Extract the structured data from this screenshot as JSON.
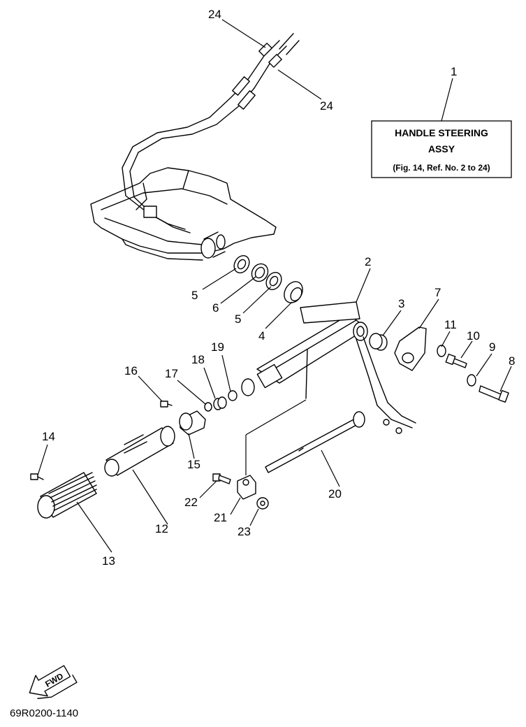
{
  "reference_box": {
    "number": "1",
    "line1": "HANDLE STEERING",
    "line2": "ASSY",
    "line3": "(Fig. 14, Ref. No. 2 to 24)"
  },
  "callouts": [
    "24",
    "24",
    "2",
    "3",
    "4",
    "5",
    "5",
    "6",
    "7",
    "8",
    "9",
    "10",
    "11",
    "12",
    "13",
    "14",
    "15",
    "16",
    "17",
    "18",
    "19",
    "20",
    "21",
    "22",
    "23"
  ],
  "fwd_label": "FWD",
  "diagram_code": "69R0200-1140"
}
